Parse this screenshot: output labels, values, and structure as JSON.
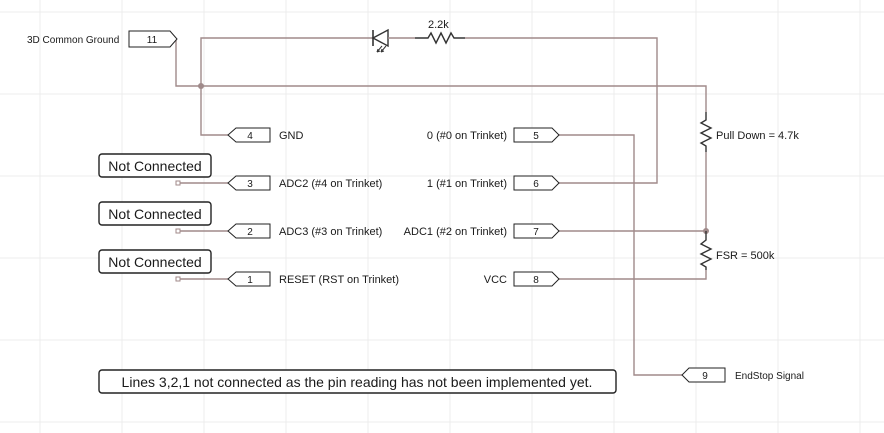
{
  "ground_net": {
    "label": "3D Common Ground",
    "pin": "11"
  },
  "resistor_series": {
    "value": "2.2k"
  },
  "resistor_pulldown": {
    "label": "Pull Down = 4.7k"
  },
  "resistor_fsr": {
    "label": "FSR = 500k"
  },
  "left_pins": [
    {
      "pin": "4",
      "label": "GND"
    },
    {
      "pin": "3",
      "label": "ADC2 (#4 on Trinket)"
    },
    {
      "pin": "2",
      "label": "ADC3 (#3 on Trinket)"
    },
    {
      "pin": "1",
      "label": "RESET (RST on Trinket)"
    }
  ],
  "right_pins": [
    {
      "pin": "5",
      "label": "0 (#0 on Trinket)"
    },
    {
      "pin": "6",
      "label": "1 (#1 on Trinket)"
    },
    {
      "pin": "7",
      "label": "ADC1 (#2 on Trinket)"
    },
    {
      "pin": "8",
      "label": "VCC"
    }
  ],
  "not_connected_labels": [
    "Not Connected",
    "Not Connected",
    "Not Connected"
  ],
  "endstop_net": {
    "pin": "9",
    "label": "EndStop Signal"
  },
  "note": "Lines 3,2,1 not connected as the pin reading has not been implemented yet."
}
